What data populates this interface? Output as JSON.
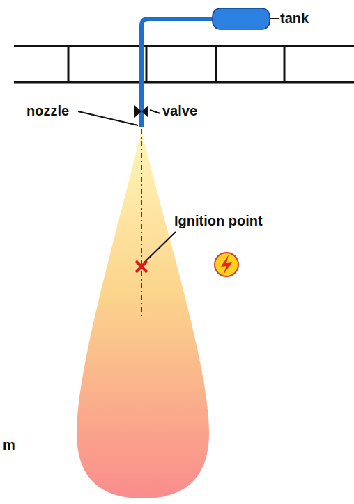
{
  "diagram": {
    "labels": [
      "tank",
      "nozzle",
      "valve",
      "Ignition point",
      "m"
    ]
  }
}
